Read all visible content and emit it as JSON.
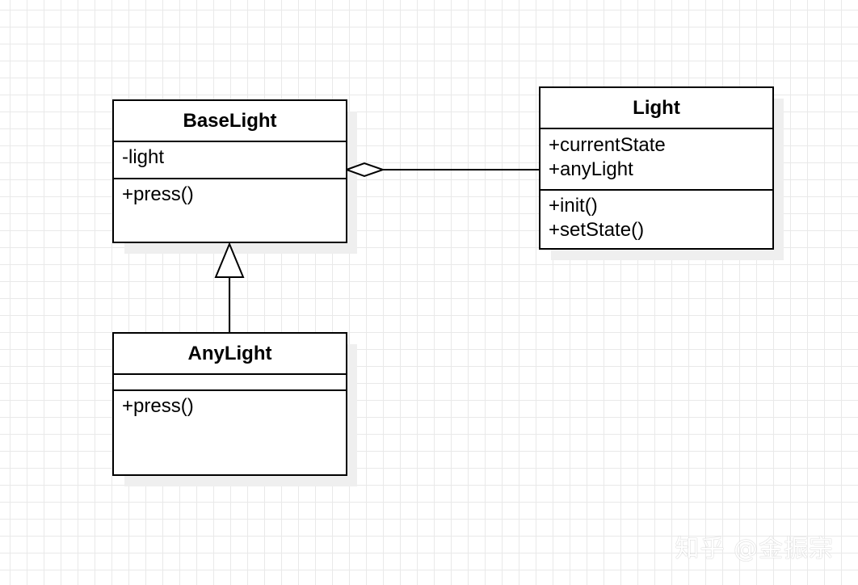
{
  "classes": {
    "base_light": {
      "name": "BaseLight",
      "attributes": [
        "-light"
      ],
      "methods": [
        "+press()"
      ]
    },
    "any_light": {
      "name": "AnyLight",
      "attributes": [],
      "methods": [
        "+press()"
      ]
    },
    "light": {
      "name": "Light",
      "attributes": [
        "+currentState",
        "+anyLight"
      ],
      "methods": [
        "+init()",
        "+setState()"
      ]
    }
  },
  "relations": [
    {
      "type": "aggregation",
      "whole": "BaseLight",
      "part": "Light"
    },
    {
      "type": "inheritance",
      "child": "AnyLight",
      "parent": "BaseLight"
    }
  ],
  "watermark": "知乎 @金振宗"
}
